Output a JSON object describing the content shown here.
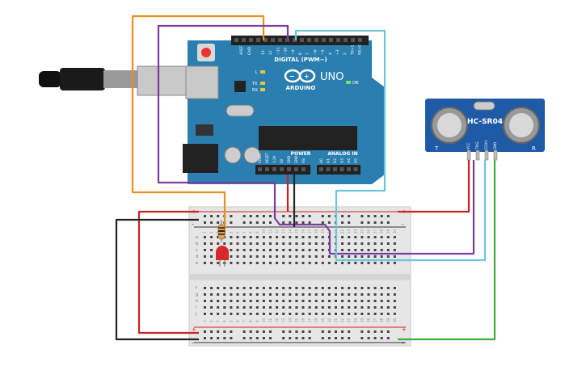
{
  "arduino": {
    "brand": "ARDUINO",
    "model": "UNO",
    "digital_header_label": "DIGITAL (PWM~)",
    "power_label": "POWER",
    "analog_label": "ANALOG IN",
    "tx_label": "TX",
    "rx_label": "RX",
    "l_label": "L",
    "on_label": "ON",
    "aref_label": "AREF",
    "gnd_label": "GND",
    "digital_pins": [
      "13",
      "12",
      "~11",
      "~10",
      "~9",
      "8",
      "7",
      "~6",
      "~5",
      "4",
      "~3",
      "2",
      "TX>1",
      "RX<0"
    ],
    "power_pins": [
      "IOREF",
      "RESET",
      "3.3V",
      "5V",
      "GND",
      "GND",
      "Vin"
    ],
    "analog_pins": [
      "A0",
      "A1",
      "A2",
      "A3",
      "A4",
      "A5"
    ]
  },
  "sensor": {
    "model": "HC-SR04",
    "left_mark": "T",
    "right_mark": "R",
    "pins": [
      "VCC",
      "TRIG",
      "ECHO",
      "GND"
    ]
  },
  "breadboard": {
    "plus_sign": "+",
    "minus_sign": "-",
    "row_letters_top": [
      "a",
      "b",
      "c",
      "d",
      "e"
    ],
    "row_letters_bottom": [
      "f",
      "g",
      "h",
      "i",
      "j"
    ],
    "column_numbers": [
      "1",
      "2",
      "3",
      "4",
      "5",
      "6",
      "7",
      "8",
      "9",
      "10",
      "11",
      "12",
      "13",
      "14",
      "15",
      "16",
      "17",
      "18",
      "19",
      "20",
      "21",
      "22",
      "23",
      "24",
      "25",
      "26",
      "27",
      "28",
      "29",
      "30"
    ]
  },
  "colors": {
    "arduino_board": "#2a7fb0",
    "breadboard": "#e6e6e6",
    "sensor_board": "#1f5aa6",
    "wire_orange": "#e8901e",
    "wire_purple": "#7a3e9e",
    "wire_cyan": "#6cc6d8",
    "wire_red": "#cc2222",
    "wire_black": "#222222",
    "wire_green": "#3fae3f",
    "led_red": "#d62a2a"
  },
  "components": {
    "led": "red-led",
    "resistor": "resistor",
    "usb": "usb-cable"
  }
}
